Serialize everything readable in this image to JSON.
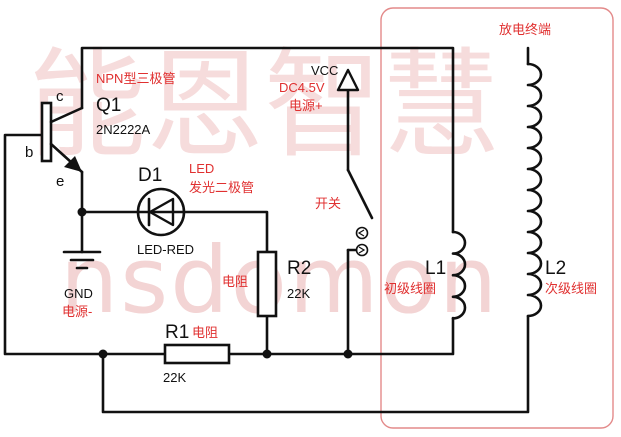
{
  "watermark": {
    "cjk": "能恩智慧",
    "latin": "nsdomon"
  },
  "components": {
    "transistor": {
      "type_label": "NPN型三极管",
      "ref": "Q1",
      "part": "2N2222A",
      "pin_c": "c",
      "pin_b": "b",
      "pin_e": "e"
    },
    "led": {
      "ref": "D1",
      "part": "LED-RED",
      "desc_line1": "LED",
      "desc_line2": "发光二极管"
    },
    "ground": {
      "label": "GND",
      "desc": "电源-"
    },
    "vcc": {
      "label": "VCC",
      "voltage": "DC4.5V",
      "desc": "电源+"
    },
    "switch": {
      "desc": "开关"
    },
    "r2": {
      "ref": "R2",
      "value": "22K",
      "desc": "电阻"
    },
    "r1": {
      "ref": "R1",
      "value": "22K",
      "desc": "电阻"
    },
    "coil_primary": {
      "ref": "L1",
      "desc": "初级线圈"
    },
    "coil_secondary": {
      "ref": "L2",
      "desc": "次级线圈"
    },
    "discharge": {
      "label": "放电终端"
    }
  },
  "colors": {
    "wire": "#111111",
    "annotation": "#e03030",
    "frame": "#e38a8a",
    "watermark": "#f6dcdc"
  }
}
